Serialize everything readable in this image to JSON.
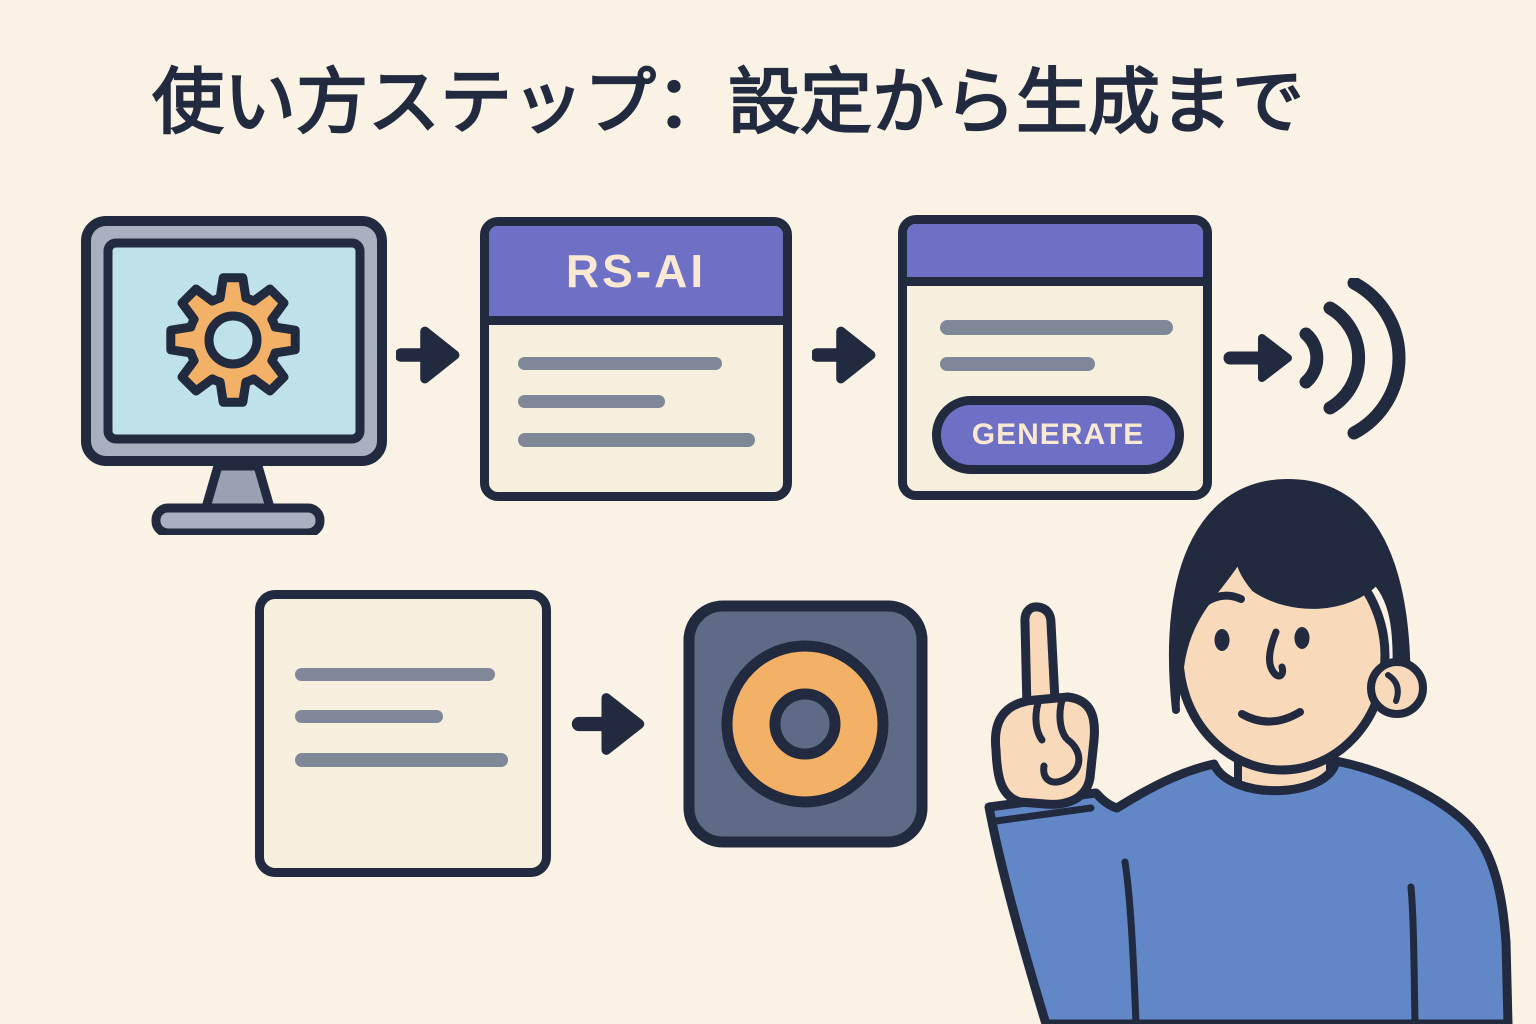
{
  "title": "使い方ステップ：設定から生成まで",
  "windows": {
    "rs_ai": {
      "header": "RS-AI"
    },
    "generate": {
      "button": "GENERATE"
    }
  },
  "icons": {
    "step1": "monitor-with-settings-gear-icon",
    "flow": "arrow-right-icon",
    "step4": "sound-waves-audio-output-icon",
    "row2_step1": "text-document-card",
    "row2_step2": "speaker-icon",
    "figure": "person-pointing-up-illustration"
  },
  "colors": {
    "bg": "#faf3e5",
    "ink": "#212a3e",
    "purple": "#6e70c6",
    "cream": "#f7efdd",
    "lineGray": "#7f8798",
    "orange": "#f2b166",
    "screenBlue": "#bfe2ea",
    "monitorGray": "#a9b0bf",
    "standGray": "#99a1b2",
    "slate": "#5e6a86",
    "sweater": "#6287c6",
    "skin": "#f8d9ba"
  }
}
